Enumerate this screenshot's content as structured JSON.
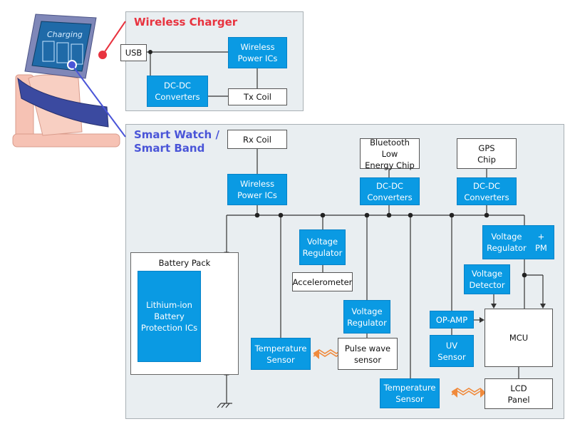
{
  "colors": {
    "block": "#0a9ae3",
    "panel": "#e9eef1",
    "wire": "#333333",
    "charger_title": "#e8333f",
    "watch_title": "#4a55d8",
    "arrow": "#f08a3c"
  },
  "charger": {
    "title": "Wireless Charger",
    "usb": "USB",
    "wireless_power": "Wireless\nPower ICs",
    "dcdc": "DC-DC\nConverters",
    "tx_coil": "Tx Coil"
  },
  "watch": {
    "title": "Smart Watch /\nSmart Band",
    "rx_coil": "Rx Coil",
    "wireless_power": "Wireless\nPower ICs",
    "ble_chip": "Bluetooth Low\nEnergy Chip",
    "ble_dcdc": "DC-DC\nConverters",
    "gps_chip": "GPS\nChip",
    "gps_dcdc": "DC-DC\nConverters",
    "battery_pack": "Battery Pack",
    "li_ion": "Lithium-ion\nBattery\nProtection ICs",
    "vreg_accel": "Voltage\nRegulator",
    "accelerometer": "Accelerometer",
    "vreg_pulse": "Voltage\nRegulator",
    "pulse_sensor": "Pulse wave\nsensor",
    "temp_sensor_1": "Temperature\nSensor",
    "temp_sensor_2": "Temperature\nSensor",
    "vreg_pm": "Voltage\nRegulator",
    "pm": "+ PM",
    "voltage_detector": "Voltage\nDetector",
    "op_amp": "OP-AMP",
    "uv_sensor": "UV\nSensor",
    "mcu": "MCU",
    "lcd": "LCD\nPanel"
  },
  "device_illustration": {
    "screen_text": "Charging"
  }
}
